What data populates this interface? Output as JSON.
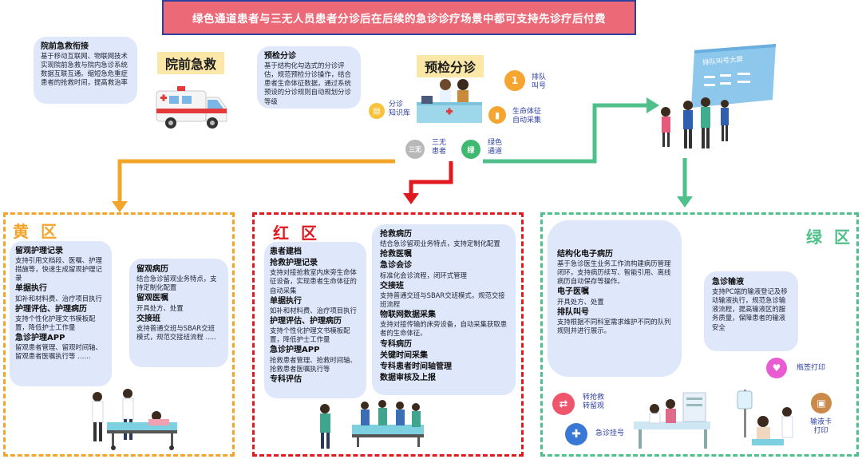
{
  "banner": {
    "title": "绿色通道患者与三无人员患者分诊后在后续的急诊诊疗场景中都可支持先诊疗后付费"
  },
  "prehospital": {
    "tag": "院前急救",
    "bubble_title": "院前急救衔接",
    "bubble_text": "基于移动互联网、物联网技术实现院前急救与院内急诊系统数据互联互通。缩短急危重症患者的抢救时间，提高救治率"
  },
  "triage": {
    "tag": "预检分诊",
    "bubble_title": "预检分诊",
    "bubble_text": "基于结构化勾选式的分诊评估，规范预检分诊操作，结合患者生命体征数据，通过系统预设的分诊规则自动规划分诊等级",
    "knowledge_label": "分诊\n知识库",
    "queue_num": "1",
    "queue_label": "排队\n叫号",
    "vitals_label": "生命体征\n自动采集",
    "sanwu_circle": "三无",
    "sanwu_label": "三无\n患者",
    "green_circle": "绿",
    "green_label": "绿色\n通道"
  },
  "screen": {
    "label": "排队叫号大屏"
  },
  "yellow": {
    "title": "黄 区",
    "left_bubble": [
      {
        "h": "留观护理记录",
        "t": "支持引用文档段、医嘱、护理措施等，快速生成留观护理记录"
      },
      {
        "h": "单据执行",
        "t": "如补和材料费、治疗项目执行"
      },
      {
        "h": "护理评估、护理病历",
        "t": "支持个性化护理文书模板配置，降低护士工作量"
      },
      {
        "h": "急诊护理APP",
        "t": "留观患者管理、留观时间轴、留观患者医嘱执行等 ……"
      }
    ],
    "right_bubble": [
      {
        "h": "留观病历",
        "t": "结合急诊留观业务特点，支持定制化配置"
      },
      {
        "h": "留观医嘱",
        "t": "开具处方、处置"
      },
      {
        "h": "交接班",
        "t": "支持普通交班与SBAR交班模式，规范交接班流程 ....."
      }
    ]
  },
  "red": {
    "title": "红 区",
    "left_bubble": [
      {
        "h": "患者建档",
        "t": ""
      },
      {
        "h": "抢救护理记录",
        "t": "支持对接抢救室内床旁生命体征设备，实现患者生命体征的自动采集"
      },
      {
        "h": "单据执行",
        "t": "如补和材料费、治疗项目执行"
      },
      {
        "h": "护理评估、护理病历",
        "t": "支持个性化护理文书模板配置，降低护士工作量"
      },
      {
        "h": "急诊护理APP",
        "t": "抢救患者管理、抢救时间轴、抢救患者医嘱执行等"
      },
      {
        "h": "专科评估",
        "t": ""
      }
    ],
    "right_bubble": [
      {
        "h": "抢救病历",
        "t": "结合急诊留观业务特点，支持定制化配置"
      },
      {
        "h": "抢救医嘱",
        "t": ""
      },
      {
        "h": "急诊会诊",
        "t": "标准化会诊流程，闭环式管理"
      },
      {
        "h": "交接班",
        "t": "支持普通交班与SBAR交班模式，规范交接班流程"
      },
      {
        "h": "物联网数据采集",
        "t": "支持对接传输的床旁设备，自动采集获取患者的生命体征。"
      },
      {
        "h": "专科病历",
        "t": ""
      },
      {
        "h": "关键时间采集",
        "t": ""
      },
      {
        "h": "专科患者时间轴管理",
        "t": ""
      },
      {
        "h": "数据审核及上报",
        "t": ""
      }
    ]
  },
  "green": {
    "title": "绿 区",
    "left_bubble": [
      {
        "h": "结构化电子病历",
        "t": "基于急诊医生业务工作流构建病历管理闭环，支持病历续写、智能引用、离线病历自动保存等操作。"
      },
      {
        "h": "电子医嘱",
        "t": "开具处方、处置"
      },
      {
        "h": "排队叫号",
        "t": "支持根据不同科室需求维护不同的队列规则并进行展示。"
      }
    ],
    "right_bubble": [
      {
        "h": "急诊输液",
        "t": "支持PC端的输液登记及移动输液执行，规范急诊输液流程，提高输液区的服务质量，保障患者的输液安全"
      }
    ],
    "transfer_label": "转抢救\n转留观",
    "register_label": "急诊挂号",
    "bottle_label": "瓶签打印",
    "card_label": "输液卡\n打印"
  },
  "colors": {
    "yellow_zone": "#f3a42b",
    "red_zone": "#e0191f",
    "green_zone": "#4fc08a",
    "banner_bg": "#ec6a78",
    "banner_border": "#2d3fa0",
    "bubble_bg": "#dfe8fb"
  }
}
